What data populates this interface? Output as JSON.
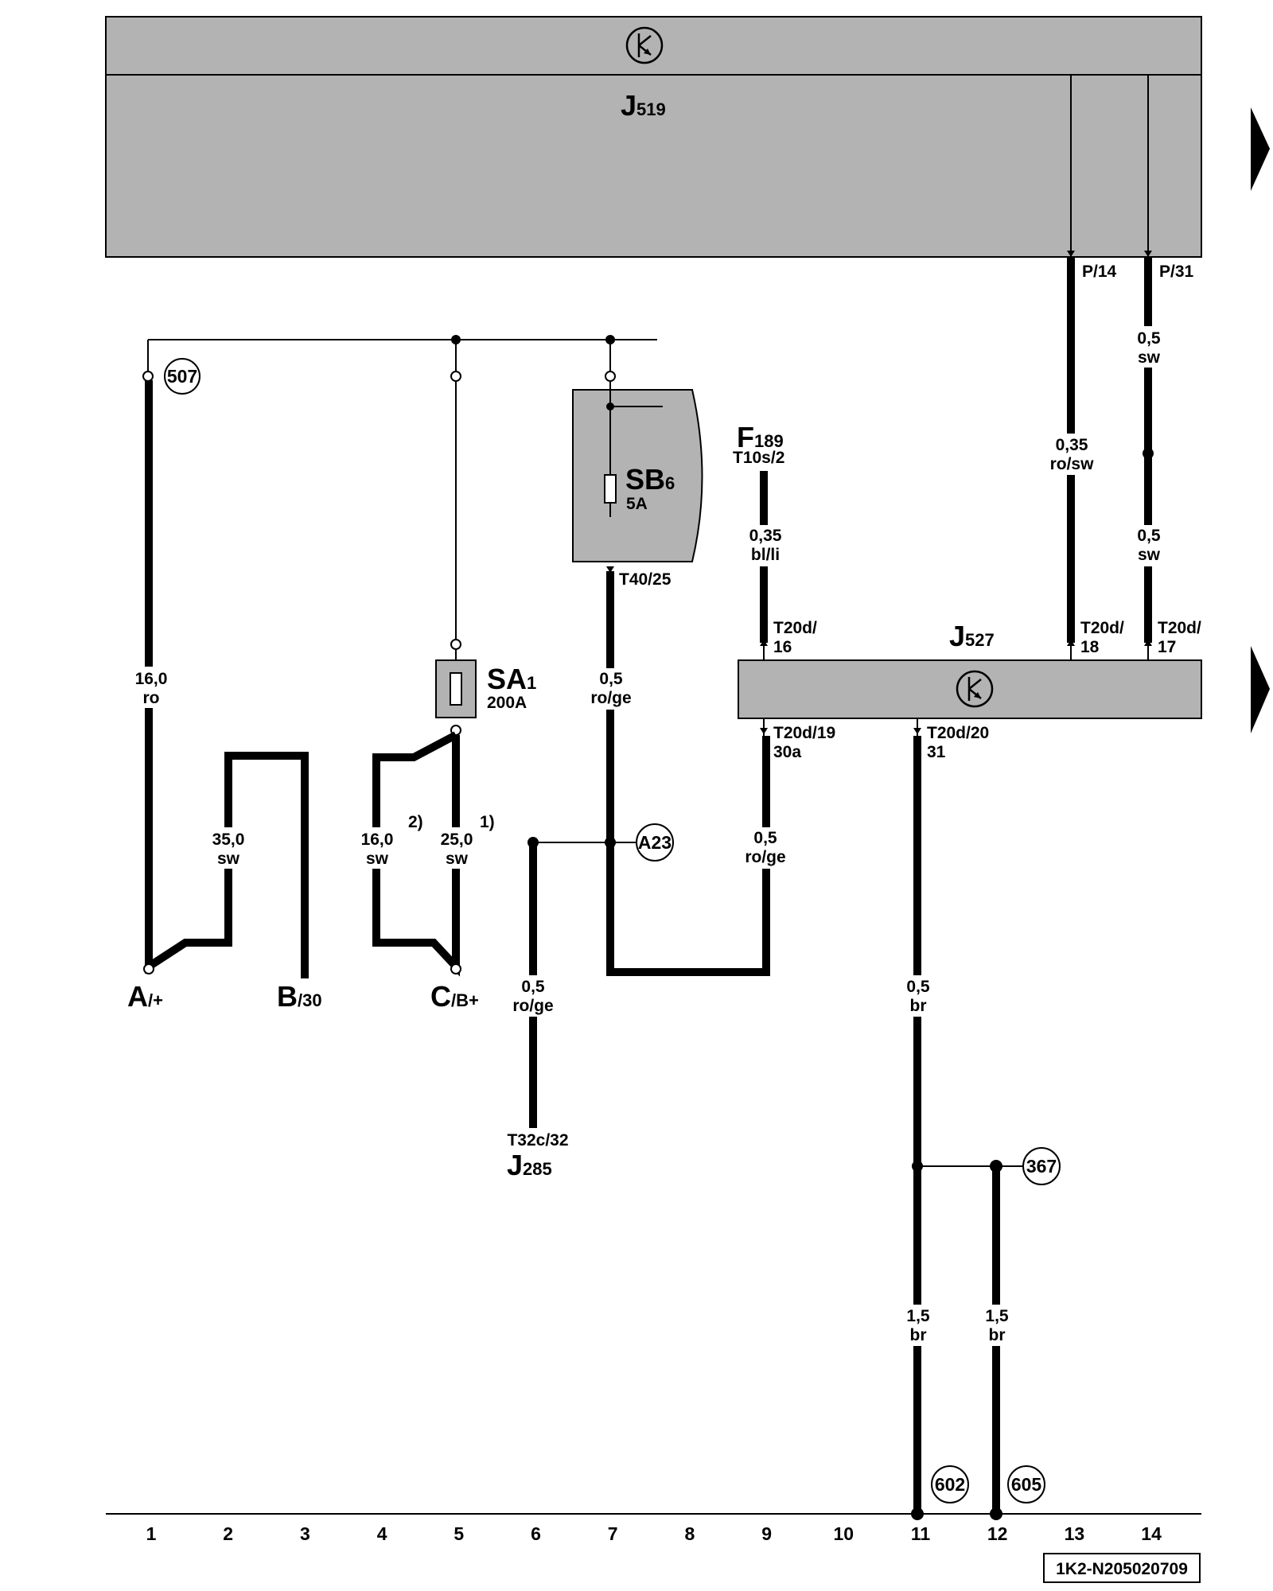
{
  "components": {
    "J519": {
      "letter": "J",
      "sub": "519"
    },
    "J527": {
      "letter": "J",
      "sub": "527"
    },
    "J285": {
      "letter": "J",
      "sub": "285"
    },
    "F189": {
      "letter": "F",
      "sub": "189",
      "pin": "T10s/2"
    },
    "SB6": {
      "letter": "SB",
      "sub": "6",
      "rating": "5A"
    },
    "SA1": {
      "letter": "SA",
      "sub": "1",
      "rating": "200A"
    },
    "terminal_A": {
      "letter": "A",
      "sub": "/+"
    },
    "terminal_B": {
      "letter": "B",
      "sub": "/30"
    },
    "terminal_C": {
      "letter": "C",
      "sub": "/B+"
    }
  },
  "pins": {
    "p14": "P/14",
    "p31": "P/31",
    "t40_25": "T40/25",
    "t20d16_a": "T20d/",
    "t20d16_b": "16",
    "t20d18_a": "T20d/",
    "t20d18_b": "18",
    "t20d17_a": "T20d/",
    "t20d17_b": "17",
    "t20d19_a": "T20d/19",
    "t20d19_b": "30a",
    "t20d20_a": "T20d/20",
    "t20d20_b": "31",
    "t32c": "T32c/32"
  },
  "wires": {
    "w1": {
      "size": "16,0",
      "color": "ro"
    },
    "w2": {
      "size": "35,0",
      "color": "sw"
    },
    "w4": {
      "size": "16,0",
      "color": "sw",
      "note": "2)"
    },
    "w5": {
      "size": "25,0",
      "color": "sw",
      "note": "1)"
    },
    "w6": {
      "size": "0,5",
      "color": "ro/ge"
    },
    "w7": {
      "size": "0,5",
      "color": "ro/ge"
    },
    "w9a": {
      "size": "0,35",
      "color": "bl/li"
    },
    "w9b": {
      "size": "0,5",
      "color": "ro/ge"
    },
    "w11a": {
      "size": "0,5",
      "color": "br"
    },
    "w11b": {
      "size": "1,5",
      "color": "br"
    },
    "w12": {
      "size": "1,5",
      "color": "br"
    },
    "w13": {
      "size": "0,35",
      "color": "ro/sw"
    },
    "w14a": {
      "size": "0,5",
      "color": "sw"
    },
    "w14b": {
      "size": "0,5",
      "color": "sw"
    }
  },
  "ground_points": {
    "g507": "507",
    "gA23": "A23",
    "g367": "367",
    "g602": "602",
    "g605": "605"
  },
  "columns": [
    "1",
    "2",
    "3",
    "4",
    "5",
    "6",
    "7",
    "8",
    "9",
    "10",
    "11",
    "12",
    "13",
    "14"
  ],
  "doc_id": "1K2-N205020709",
  "colors": {
    "housing": "#b3b3b3",
    "line": "#000000",
    "background": "#ffffff"
  }
}
